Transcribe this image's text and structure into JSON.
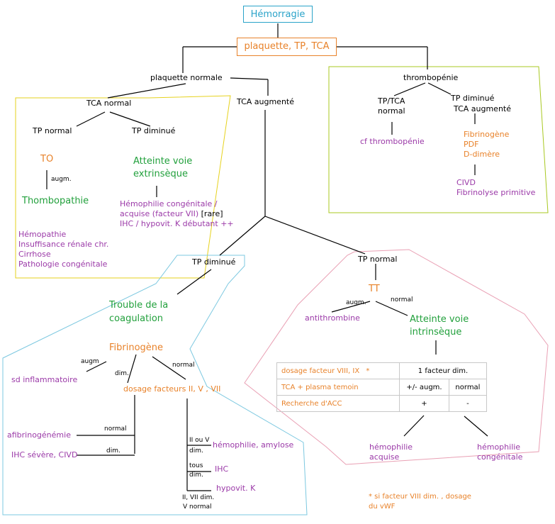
{
  "title": "Hémorragie",
  "root": "plaquette, TP, TCA",
  "left_branch": {
    "label": "plaquette normale",
    "tca_normal": {
      "label": "TCA normal",
      "tp_normal": {
        "label": "TP normal",
        "to": "TO",
        "edge": "augm.",
        "result": "Thombopathie",
        "causes": [
          "Hémopathie",
          "Insuffisance rénale chr.",
          "Cirrhose",
          "Pathologie congénitale"
        ]
      },
      "tp_diminue": {
        "label": "TP diminué",
        "result_line1": "Atteinte voie",
        "result_line2": "extrinsèque",
        "causes_line1": "Hémophilie congénitale /",
        "causes_line2": "acquise (facteur VII)",
        "causes_line2_suffix": "[rare]",
        "causes_line3": "IHC / hypovit. K débutant ++"
      }
    },
    "tca_augmente": {
      "label": "TCA augmenté",
      "tp_diminue": {
        "label": "TP diminué",
        "result_line1": "Trouble de la",
        "result_line2": "coagulation",
        "fibrinogene": "Fibrinogène",
        "edge_augm": "augm",
        "edge_dim": "dim.",
        "edge_normal": "normal",
        "sd_inflammatoire": "sd inflammatoire",
        "dosage": "dosage facteurs II, V , VII",
        "left_normal": "normal",
        "left_dim": "dim.",
        "afibrinogenemie": "afibrinogénémie",
        "ihc_severe": "IHC sévère, CIVD",
        "branch_a_line1": "II ou V",
        "branch_a_line2": "dim.",
        "branch_a_result": "hémophilie, amylose",
        "branch_b_line1": "tous",
        "branch_b_line2": "dim.",
        "branch_b_result": "IHC",
        "branch_c_line1": "II, VII dim.",
        "branch_c_line2": "V normal",
        "branch_c_result": "hypovit. K"
      },
      "tp_normal": {
        "label": "TP normal",
        "tt": "TT",
        "edge_augm": "augm.",
        "edge_normal": "normal",
        "antithrombine": "antithrombine",
        "result_line1": "Atteinte voie",
        "result_line2": "intrinsèque",
        "table": {
          "rows": [
            {
              "label": "dosage facteur VIII, IX",
              "star": "*",
              "span": "1 facteur dim."
            },
            {
              "label": "TCA + plasma temoin",
              "c1": "+/- augm.",
              "c2": "normal"
            },
            {
              "label": "Recherche d'ACC",
              "c1": "+",
              "c2": "-"
            }
          ]
        },
        "acquise_line1": "hémophilie",
        "acquise_line2": "acquise",
        "congenitale_line1": "hémophilie",
        "congenitale_line2": "congénitale",
        "footnote_line1": "* si facteur VIII dim. , dosage",
        "footnote_line2": "du vWF"
      }
    }
  },
  "right_branch": {
    "label": "thrombopénie",
    "normal_label_line1": "TP/TCA",
    "normal_label_line2": "normal",
    "normal_result": "cf thrombopénie",
    "dim_label_line1": "TP diminué",
    "dim_label_line2": "TCA augmenté",
    "tests": [
      "Fibrinogène",
      "PDF",
      "D-dimère"
    ],
    "results": [
      "CIVD",
      "Fibrinolyse primitive"
    ]
  },
  "colors": {
    "title": "#2aa3c9",
    "orange": "#e8822a",
    "green": "#22a03c",
    "purple": "#9b3aa8",
    "box_yellow": "#e6d21e",
    "box_olive": "#a8c820",
    "box_blue": "#7cc8e0",
    "box_pink": "#e9a0b4"
  }
}
